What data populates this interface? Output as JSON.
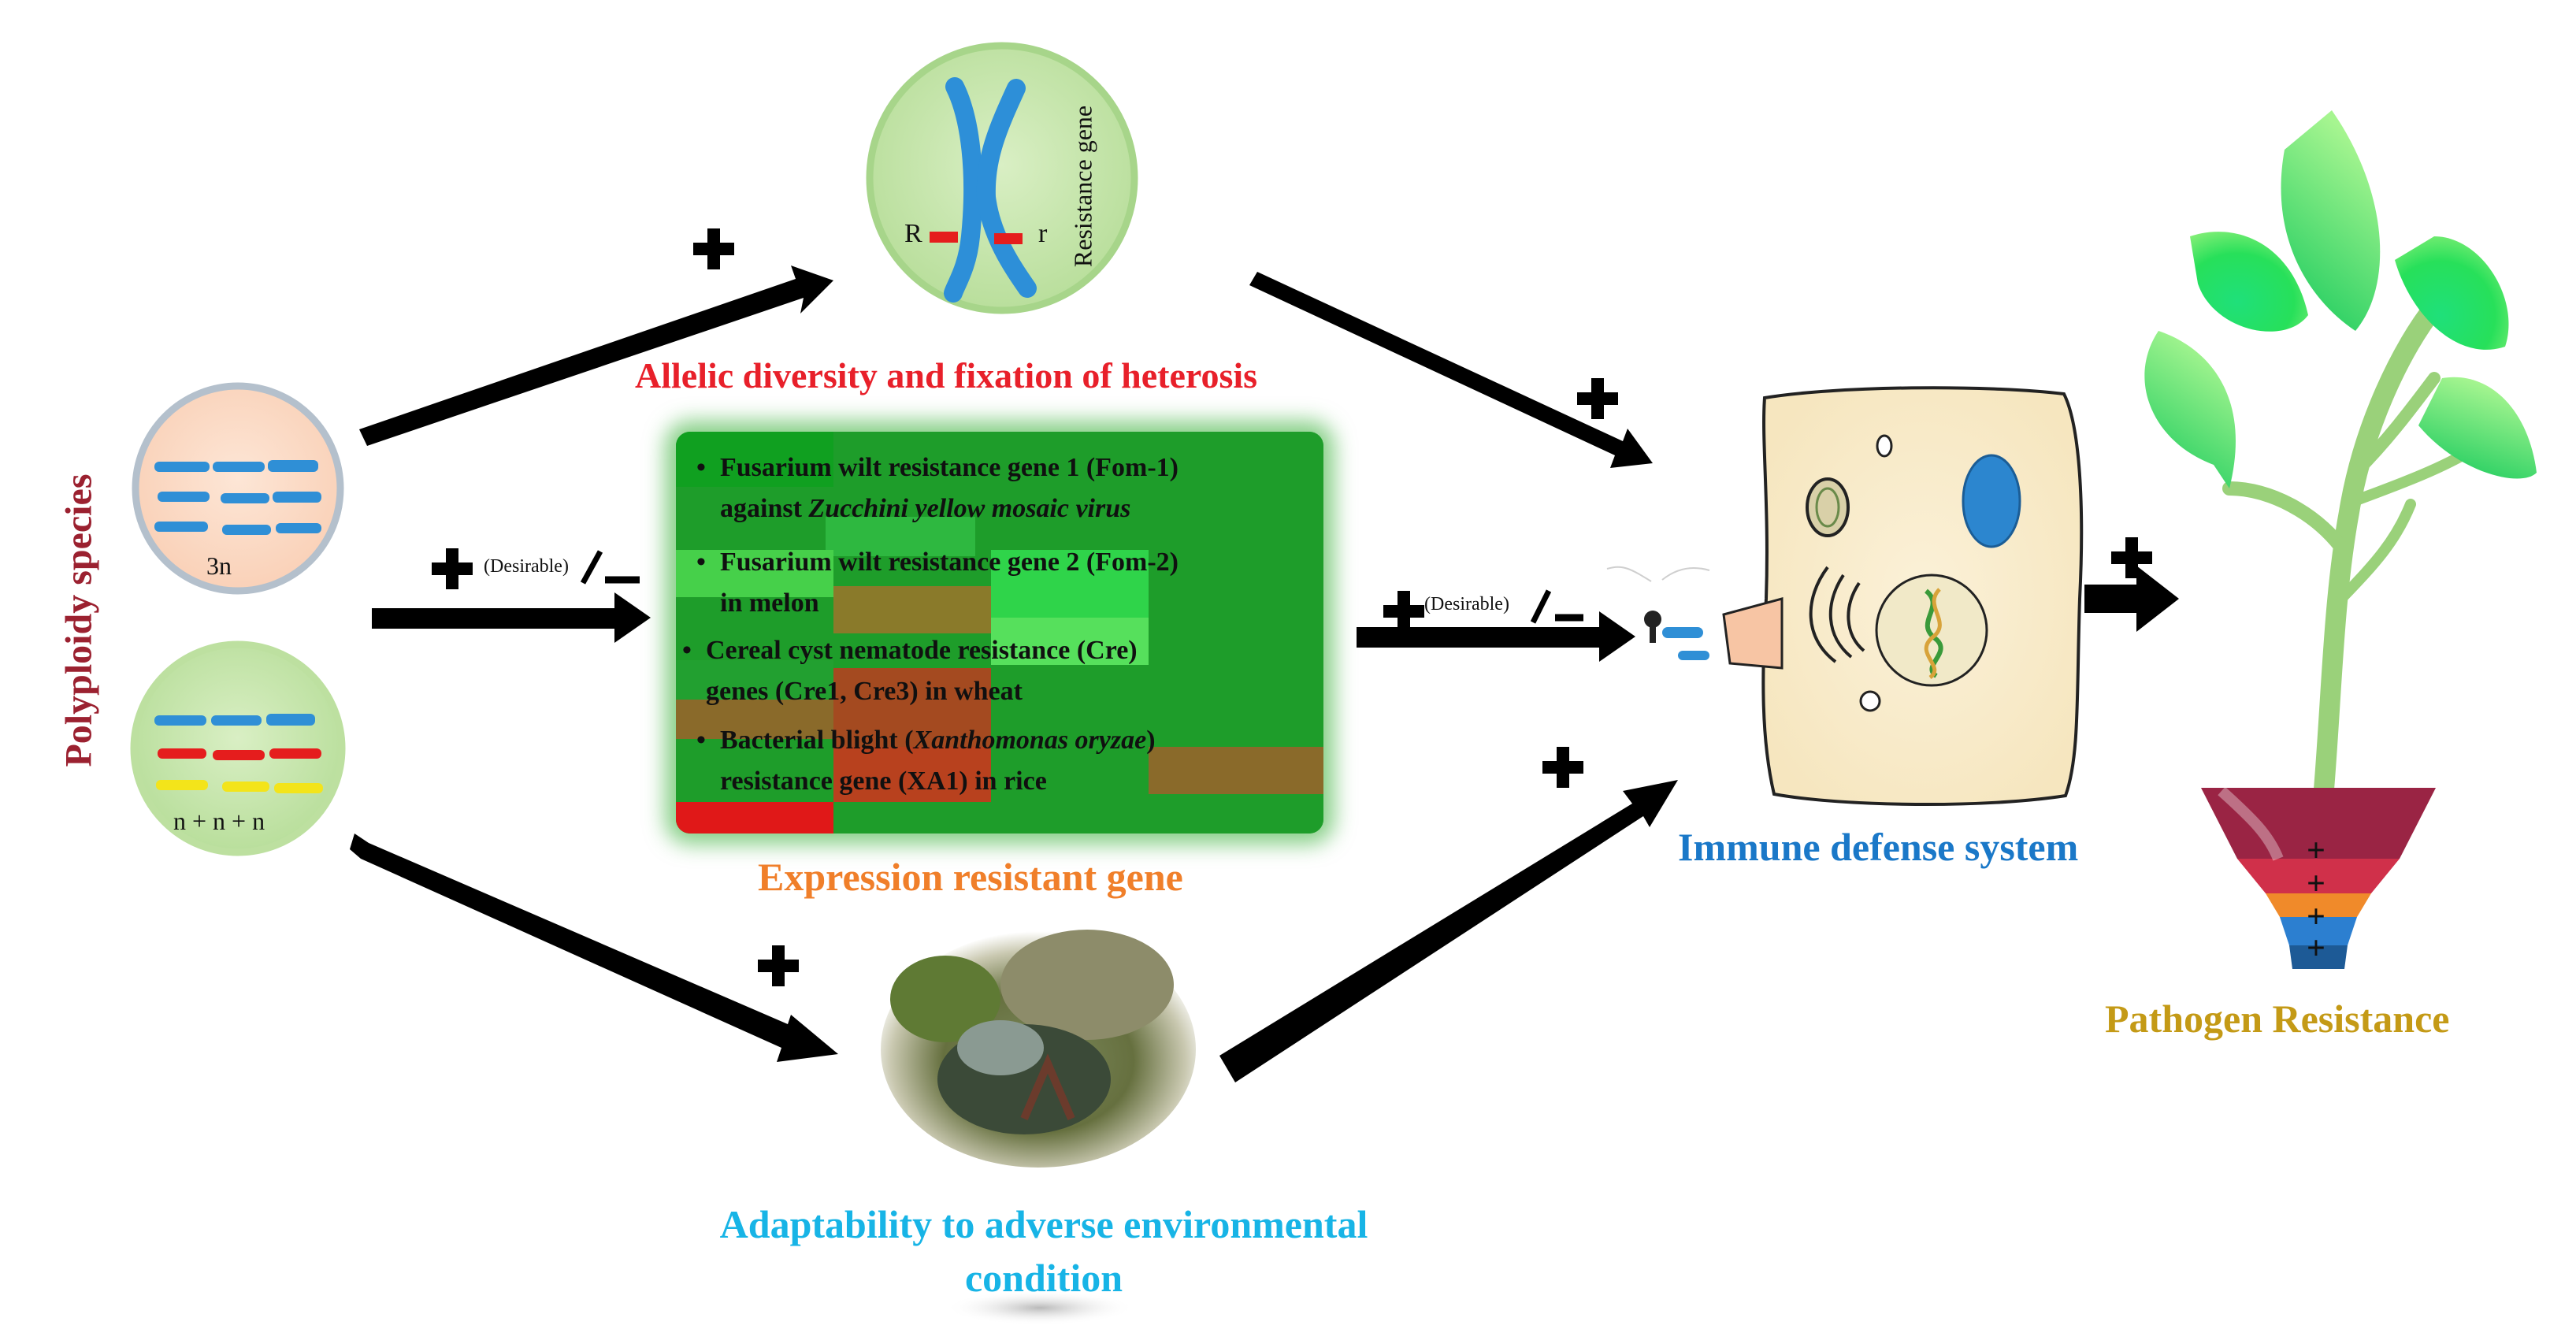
{
  "left_title": "Polyploidy species",
  "circle_top_label": "3n",
  "circle_bottom_label": "n + n + n",
  "chromosome_labels": {
    "left": "R",
    "right": "r",
    "vertical": "Resistance   gene"
  },
  "allelic_label": "Allelic  diversity  and  fixation  of heterosis",
  "expression_label": "Expression resistant gene",
  "adaptability_label_1": "Adaptability to adverse environmental",
  "adaptability_label_2": "condition",
  "immune_label": "Immune  defense  system",
  "pathogen_label": "Pathogen Resistance",
  "desirable_1": "(Desirable)",
  "desirable_2": "(Desirable)",
  "bullets": [
    {
      "line1": "Fusarium  wilt resistance gene 1  (Fom-1)",
      "line2_plain": "against ",
      "line2_italic": "Zucchini yellow mosaic virus"
    },
    {
      "line1": "Fusarium  wilt resistance gene 2 (Fom-2)",
      "line2_plain": "in melon",
      "line2_italic": ""
    },
    {
      "line1": "Cereal cyst nematode  resistance (Cre)",
      "line2_plain": "genes (Cre1, Cre3) in wheat",
      "line2_italic": ""
    },
    {
      "line1_plain": "Bacterial blight  (",
      "line1_italic": "Xanthomonas oryzae",
      "line1_end": ")",
      "line2_plain": "resistance gene (XA1) in rice",
      "line2_italic": ""
    }
  ],
  "funnel_marks": [
    "+",
    "+",
    "+",
    "+"
  ],
  "colors": {
    "arrow": "#000000",
    "red_label": "#e8202a",
    "orange_label": "#f07f2a",
    "blue_label": "#1a78c8",
    "cyan_label": "#17b4e6",
    "gold_label": "#c49a16",
    "maroon_label": "#9b2130",
    "heatmap_green": "#1fa02c"
  }
}
